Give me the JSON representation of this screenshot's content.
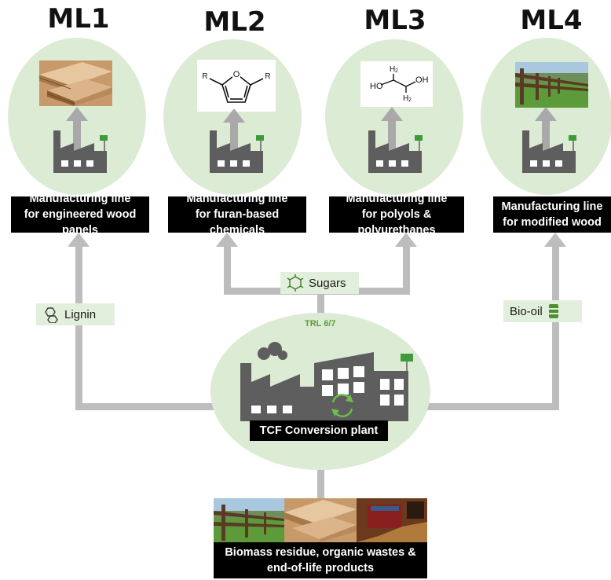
{
  "lines": [
    {
      "title": "ML1",
      "label": "Manufacturing line for engineered wood panels",
      "label_lines": [
        "Manufacturing line",
        "for engineered wood",
        "panels"
      ],
      "product_icon": "wood-panels-photo"
    },
    {
      "title": "ML2",
      "label": "Manufacturing line for furan-based chemicals",
      "label_lines": [
        "Manufacturing line",
        "for furan-based",
        "chemicals"
      ],
      "product_icon": "furan-structure"
    },
    {
      "title": "ML3",
      "label": "Manufacturing line for polyols & polyurethanes",
      "label_lines": [
        "Manufacturing line",
        "for polyols &",
        "polyurethanes"
      ],
      "product_icon": "ethylene-glycol-structure"
    },
    {
      "title": "ML4",
      "label": "Manufacturing line for modified wood",
      "label_lines": [
        "Manufacturing line",
        "for modified wood"
      ],
      "product_icon": "wooden-fence-photo"
    }
  ],
  "streams": {
    "lignin": "Lignin",
    "sugars": "Sugars",
    "biooil": "Bio-oil"
  },
  "plant": {
    "trl": "TRL 6/7",
    "label": "TCF Conversion plant"
  },
  "feedstock": {
    "label_lines": [
      "Biomass residue, organic wastes &",
      "end-of-life products"
    ]
  },
  "chem": {
    "furan_r": "R",
    "glycol_h2": "H",
    "glycol_sub": "2",
    "glycol_ho": "HO",
    "glycol_oh": "OH"
  },
  "colors": {
    "bubble": "#dcebd4",
    "arrow": "#bdbdbd",
    "factory": "#5e5e5e",
    "flag": "#3f9a3c",
    "label_bg": "#000000"
  }
}
